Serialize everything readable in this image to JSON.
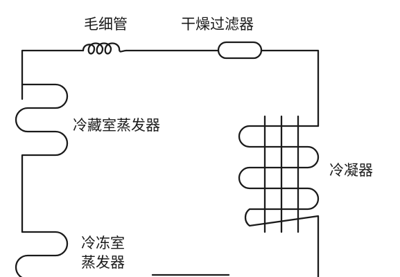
{
  "labels": {
    "capillary": "毛细管",
    "filter_drier": "干燥过滤器",
    "fridge_evaporator": "冷藏室蒸发器",
    "condenser": "冷凝器",
    "freezer_evaporator_line1": "冷冻室",
    "freezer_evaporator_line2": "蒸发器"
  },
  "colors": {
    "line": "#1a1a1a",
    "background": "#ffffff"
  }
}
